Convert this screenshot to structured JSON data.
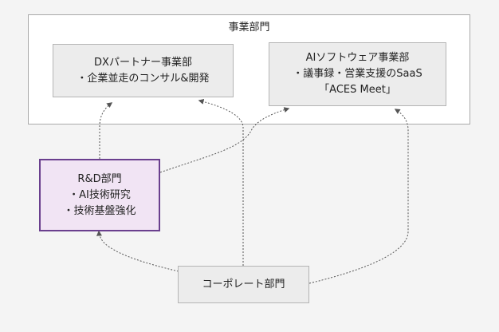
{
  "business_group": {
    "title": "事業部門"
  },
  "nodes": {
    "dx_partner": {
      "title": "DXパートナー事業部",
      "lines": [
        "・企業並走のコンサル&開発"
      ]
    },
    "ai_software": {
      "title": "AIソフトウェア事業部",
      "lines": [
        "・議事録・営業支援のSaaS",
        "「ACES Meet」"
      ]
    },
    "rnd": {
      "title": "R&D部門",
      "lines": [
        "・AI技術研究",
        "・技術基盤強化"
      ]
    },
    "corporate": {
      "title": "コーポレート部門"
    }
  },
  "colors": {
    "node_fill": "#ececec",
    "node_border": "#b4b4b4",
    "highlight_fill": "#f1e4f4",
    "highlight_border": "#6a3f8e",
    "edge": "#555555"
  }
}
